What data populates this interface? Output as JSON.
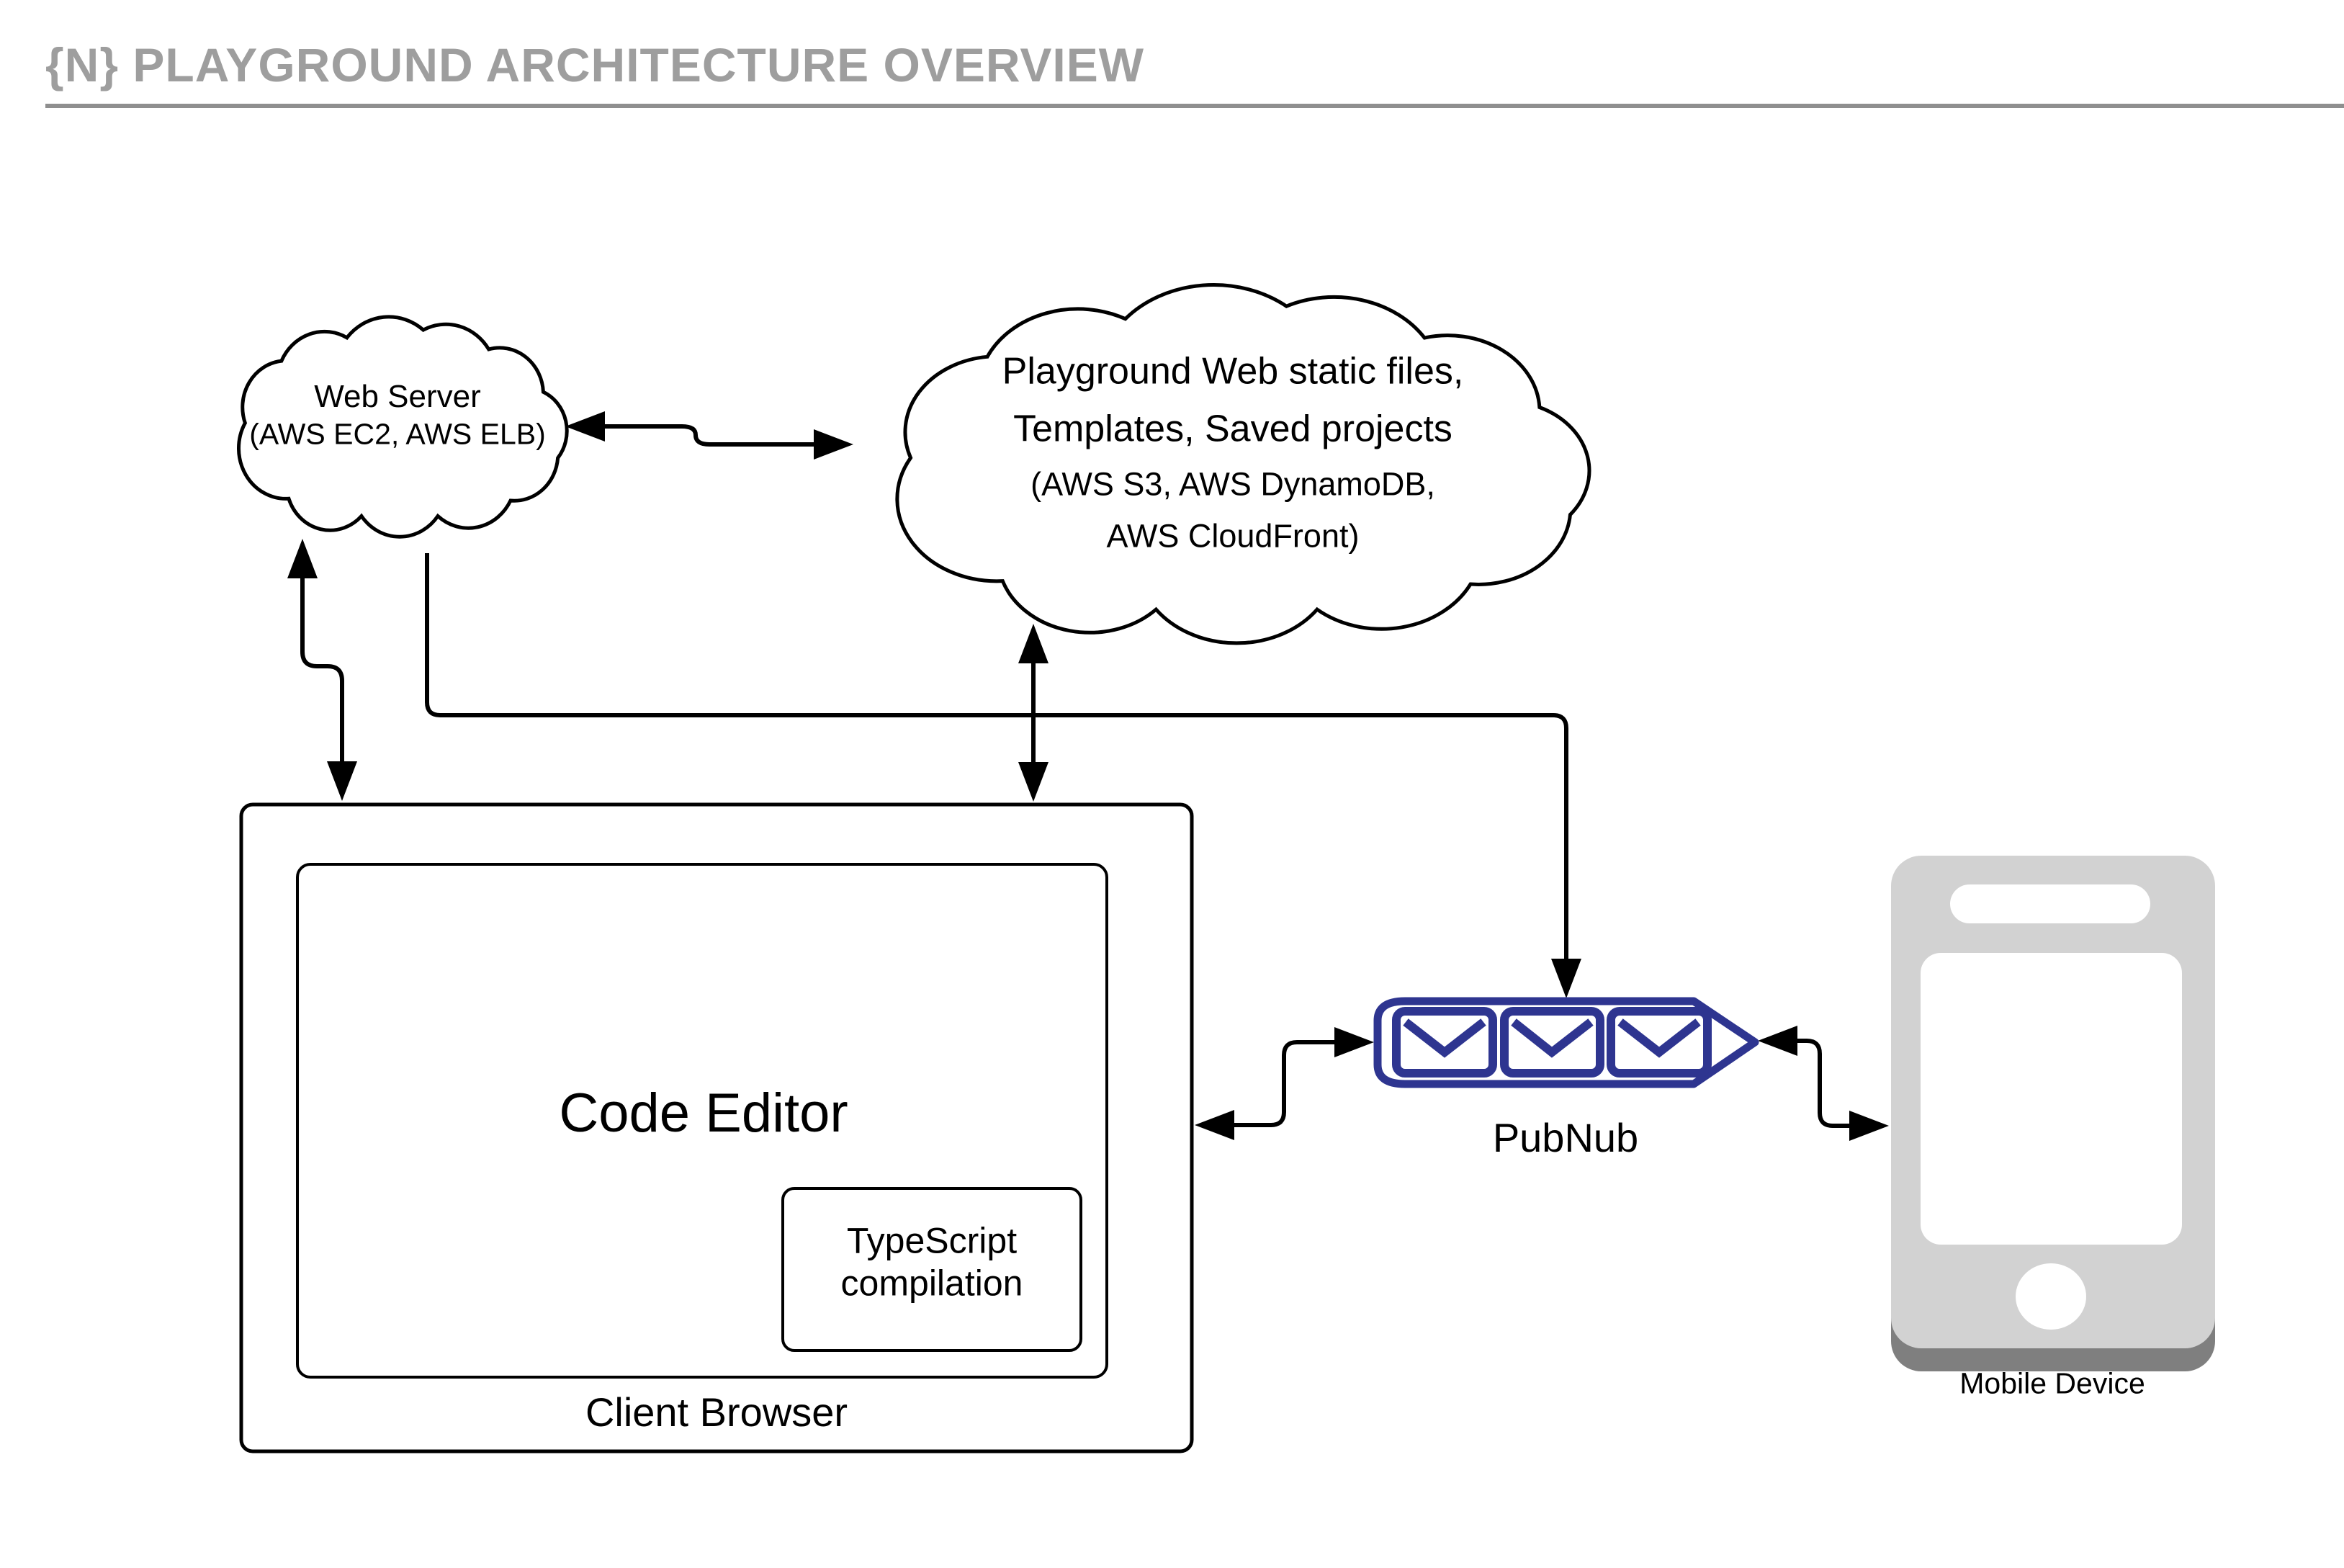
{
  "title": "{N} PLAYGROUND ARCHITECTURE OVERVIEW",
  "nodes": {
    "web_server": {
      "line1": "Web Server",
      "line2": "(AWS EC2, AWS ELB)"
    },
    "storage_cloud": {
      "line1": "Playground Web static files,",
      "line2": "Templates, Saved projects",
      "line3": "(AWS S3, AWS DynamoDB,",
      "line4": "AWS CloudFront)"
    },
    "client_browser": {
      "label": "Client Browser"
    },
    "code_editor": {
      "label": "Code Editor"
    },
    "typescript": {
      "line1": "TypeScript",
      "line2": "compilation"
    },
    "pubnub": {
      "label": "PubNub"
    },
    "mobile_device": {
      "label": "Mobile Device"
    }
  },
  "icons": {
    "web_server_cloud": "cloud-icon",
    "storage_cloud": "cloud-icon",
    "pubnub_queue": "message-queue-icon",
    "envelope": "envelope-icon",
    "phone": "smartphone-icon"
  },
  "colors": {
    "pubnub_navy": "#2e3590",
    "title_gray": "#9e9e9e",
    "rule_gray": "#8f8f8f",
    "phone_body_gray": "#d2d2d2",
    "phone_shadow_gray": "#7f7f7f",
    "line_black": "#000000",
    "background": "#ffffff"
  }
}
